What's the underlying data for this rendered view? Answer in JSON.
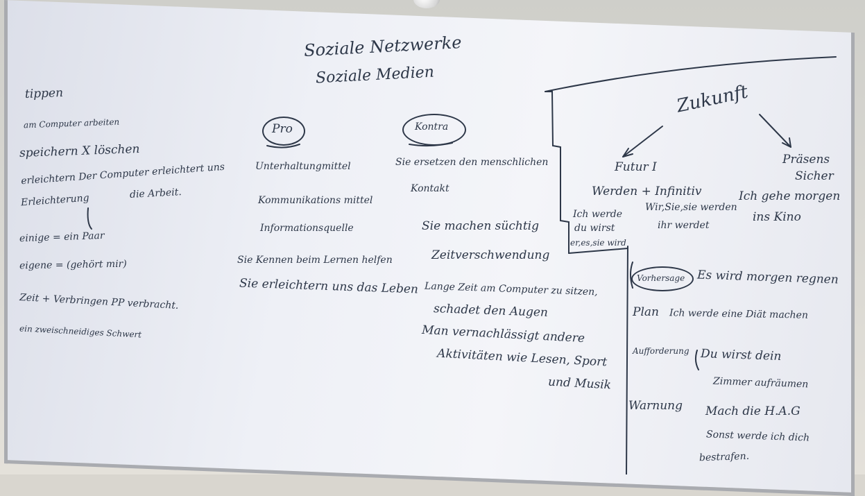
{
  "board": {
    "title_line1": "Soziale Netzwerke",
    "title_line2": "Soziale Medien",
    "left": [
      "tippen",
      "am Computer arbeiten",
      "speichern X löschen",
      "erleichtern Der Computer erleichtert uns",
      "die Arbeit.",
      "Erleichterung",
      "einige = ein Paar",
      "eigene = (gehört mir)",
      "Zeit + Verbringen PP verbracht.",
      "ein zweischneidiges Schwert"
    ],
    "pro": {
      "heading": "Pro",
      "items": [
        "Unterhaltungmittel",
        "Kommunikations mittel",
        "Informationsquelle",
        "Sie Kennen beim Lernen helfen",
        "Sie erleichtern uns das Leben"
      ]
    },
    "kontra": {
      "heading": "Kontra",
      "items": [
        "Sie ersetzen den menschlichen",
        "Kontakt",
        "Sie machen süchtig",
        "Zeitverschwendung",
        "Lange Zeit am Computer zu sitzen,",
        "schadet den Augen",
        "Man vernachlässigt andere",
        "Aktivitäten wie Lesen, Sport",
        "und Musik"
      ]
    },
    "right": {
      "zukunft": "Zukunft",
      "futur": "Futur I",
      "praesens": "Präsens",
      "sicher": "Sicher",
      "werden_inf": "Werden + Infinitiv",
      "ich_gehe": "Ich gehe morgen",
      "ins_kino": "ins Kino",
      "ich_werde": "Ich werde",
      "du_wirst": "du wirst",
      "er_es_sie": "er,es,sie wird",
      "wir_sie": "Wir,Sie,sie werden",
      "ihr_werdet": "ihr werdet",
      "vorhersage": "Vorhersage",
      "es_wird": "Es wird morgen regnen",
      "plan": "Plan",
      "plan_text": "Ich werde eine Diät machen",
      "aufforderung": "Aufforderung",
      "du_wirst_dein": "Du wirst dein",
      "zimmer": "Zimmer aufräumen",
      "warnung": "Warnung",
      "mach": "Mach die H.A.G",
      "sonst": "Sonst werde ich dich",
      "bestrafen": "bestrafen."
    }
  }
}
